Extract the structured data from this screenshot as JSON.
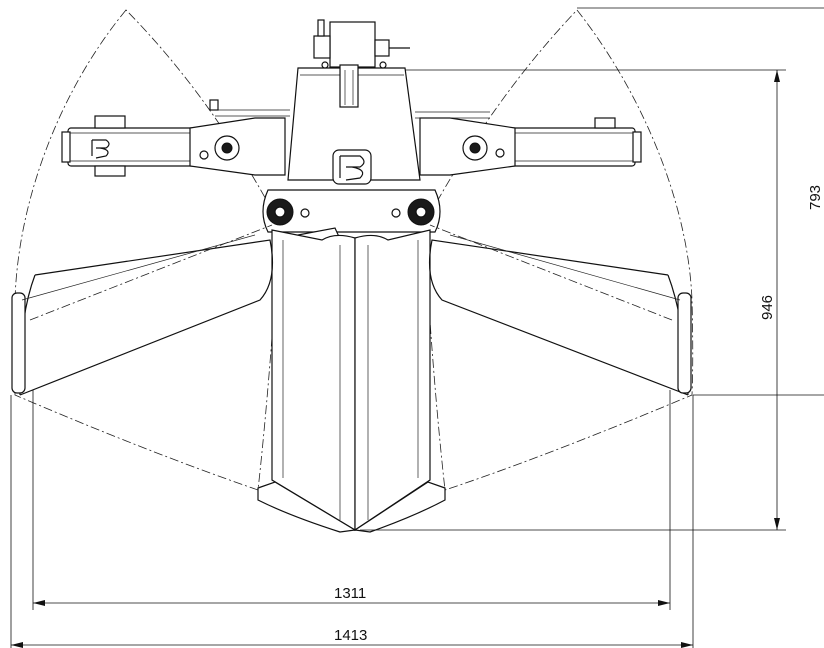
{
  "drawing": {
    "dimensions": {
      "width_inner": "1311",
      "width_outer": "1413",
      "height_main": "946",
      "height_cut": "793"
    },
    "colors": {
      "line": "#111111",
      "background": "#ffffff",
      "hub_fill": "#1a1a1a"
    }
  }
}
